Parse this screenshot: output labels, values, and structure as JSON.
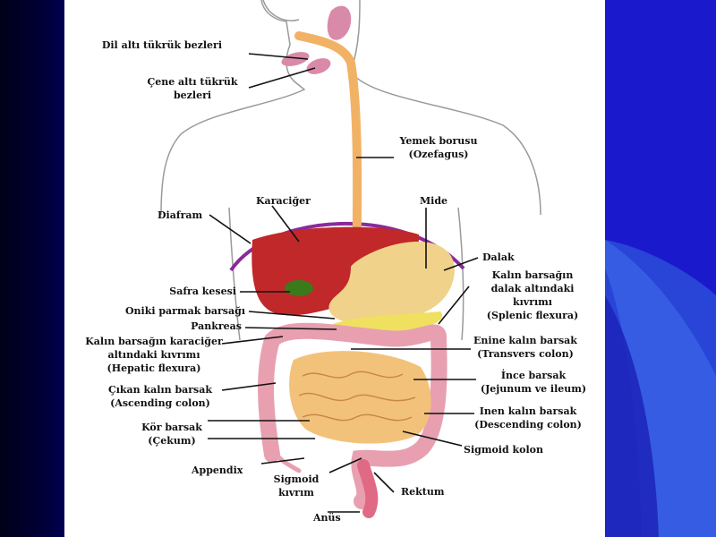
{
  "labels": {
    "dil_alti": "Dil altı tükrük bezleri",
    "cene_alti_1": "Çene altı tükrük",
    "cene_alti_2": "bezleri",
    "yemek_borusu_1": "Yemek borusu",
    "yemek_borusu_2": "(Ozefagus)",
    "karaciger": "Karaciğer",
    "mide": "Mide",
    "diafram": "Diafram",
    "dalak": "Dalak",
    "splenic_1": "Kalın barsağın",
    "splenic_2": "dalak altındaki",
    "splenic_3": "kıvrımı",
    "splenic_4": "(Splenic flexura)",
    "safra": "Safra kesesi",
    "oniki": "Oniki parmak barsağı",
    "pankreas": "Pankreas",
    "hepatic_1": "Kalın barsağın karaciğer",
    "hepatic_2": "altındaki kıvrımı",
    "hepatic_3": "(Hepatic flexura)",
    "enine_1": "Enine kalın barsak",
    "enine_2": "(Transvers colon)",
    "ince_1": "İnce barsak",
    "ince_2": "(Jejunum ve ileum)",
    "cikan_1": "Çıkan  kalın barsak",
    "cikan_2": "(Ascending colon)",
    "inen_1": "Inen kalın barsak",
    "inen_2": "(Descending colon)",
    "kor_1": "Kör barsak",
    "kor_2": "(Çekum)",
    "sigmoid_kolon": "Sigmoid  kolon",
    "appendix": "Appendix",
    "sigmoid_1": "Sigmoid",
    "sigmoid_2": "kıvrım",
    "rektum": "Rektum",
    "anus": "Anüs"
  },
  "colors": {
    "background_left": "#000020",
    "background_right": "#1a1acc",
    "accent_swoosh": "#3355dd",
    "panel": "#ffffff",
    "liver": "#c0282a",
    "gallbladder": "#3a7a1a",
    "esophagus": "#f2b266",
    "stomach": "#f0d28a",
    "pancreas": "#f0e060",
    "colon": "#e8a0b0",
    "small_intestine": "#f3c27a",
    "diaphragm": "#8a2a9a",
    "salivary": "#d98aa8"
  }
}
